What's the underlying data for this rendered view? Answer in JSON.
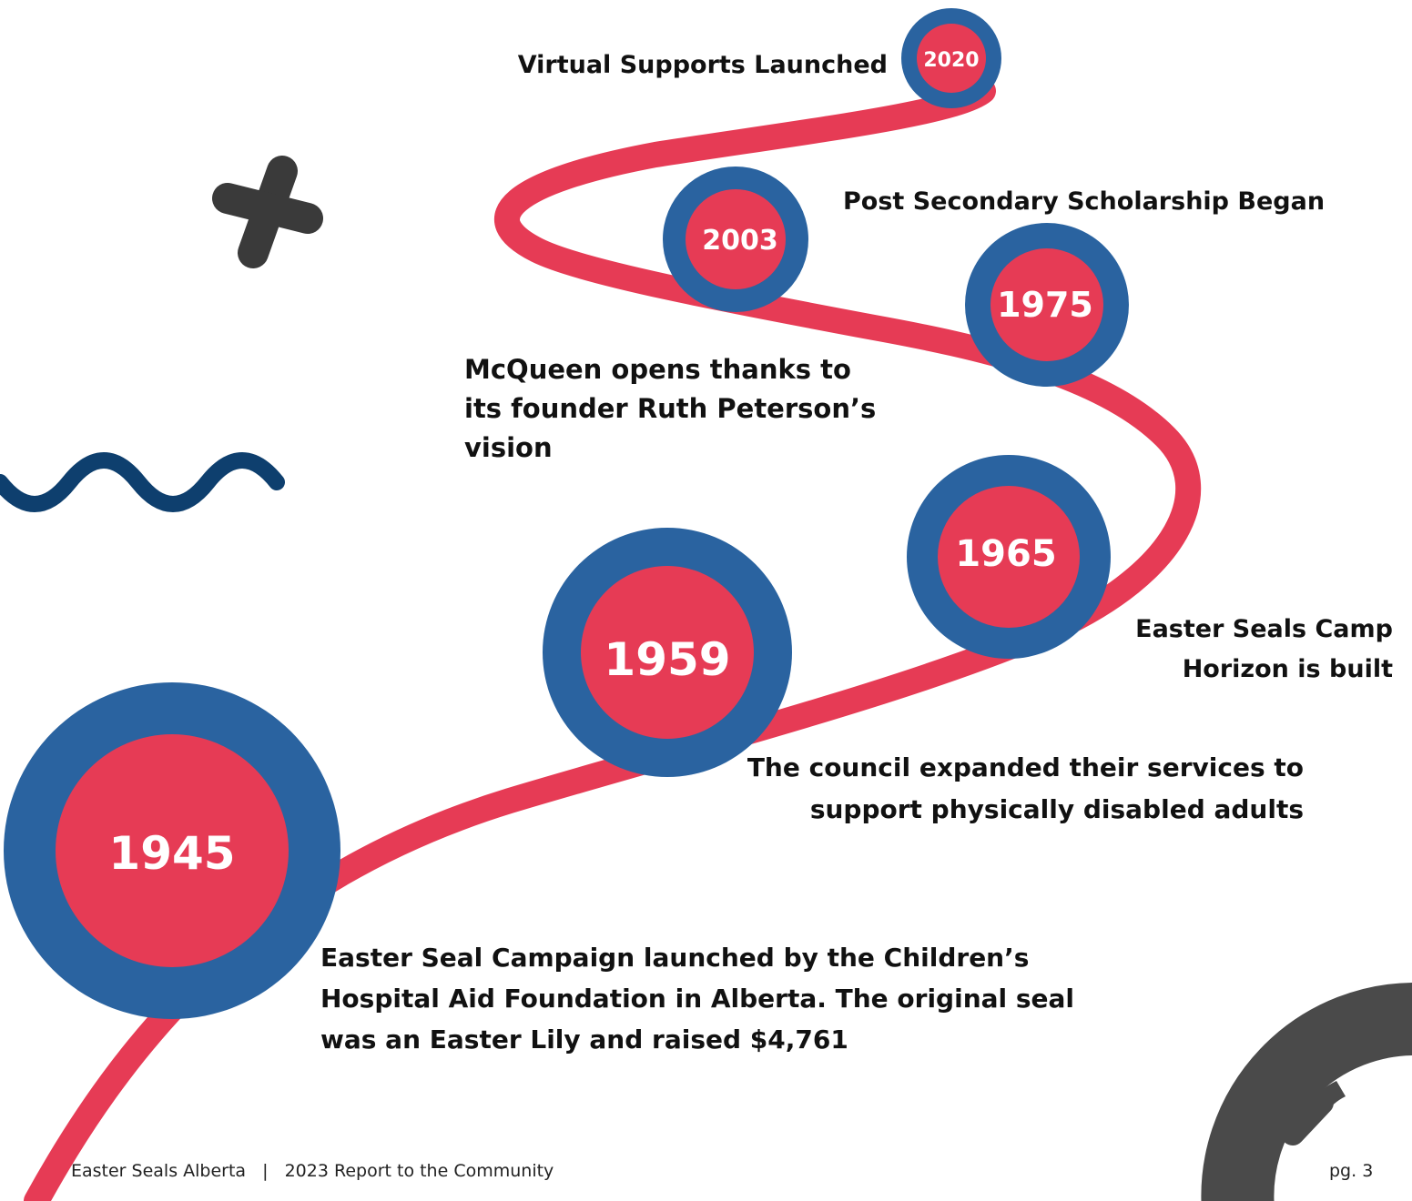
{
  "colors": {
    "ring": "#2A63A0",
    "core": "#E63B55",
    "path": "#E63B55",
    "wave": "#0E3F6E",
    "cross": "#3A3A3A",
    "logo": "#4A4A4A"
  },
  "milestones": [
    {
      "year": "1945",
      "text": "Easter Seal Campaign launched by the Children’s Hospital Aid Foundation in Alberta. The original seal was an Easter Lily and raised $4,761"
    },
    {
      "year": "1959",
      "text": "The council expanded their services to support physically disabled adults"
    },
    {
      "year": "1965",
      "text": "Easter Seals Camp Horizon is built"
    },
    {
      "year": "1975",
      "text": "McQueen opens thanks to its founder Ruth Peterson’s vision"
    },
    {
      "year": "2003",
      "text": "Post Secondary Scholarship Began"
    },
    {
      "year": "2020",
      "text": "Virtual Supports Launched"
    }
  ],
  "decorations": {
    "cross": "plus-cross-icon",
    "wave": "squiggle-wave-icon",
    "logo": "easter-seals-logo-mark"
  },
  "footer": {
    "organization": "Easter Seals Alberta",
    "separator": "|",
    "report": "2023 Report to the Community",
    "page": "pg. 3"
  }
}
